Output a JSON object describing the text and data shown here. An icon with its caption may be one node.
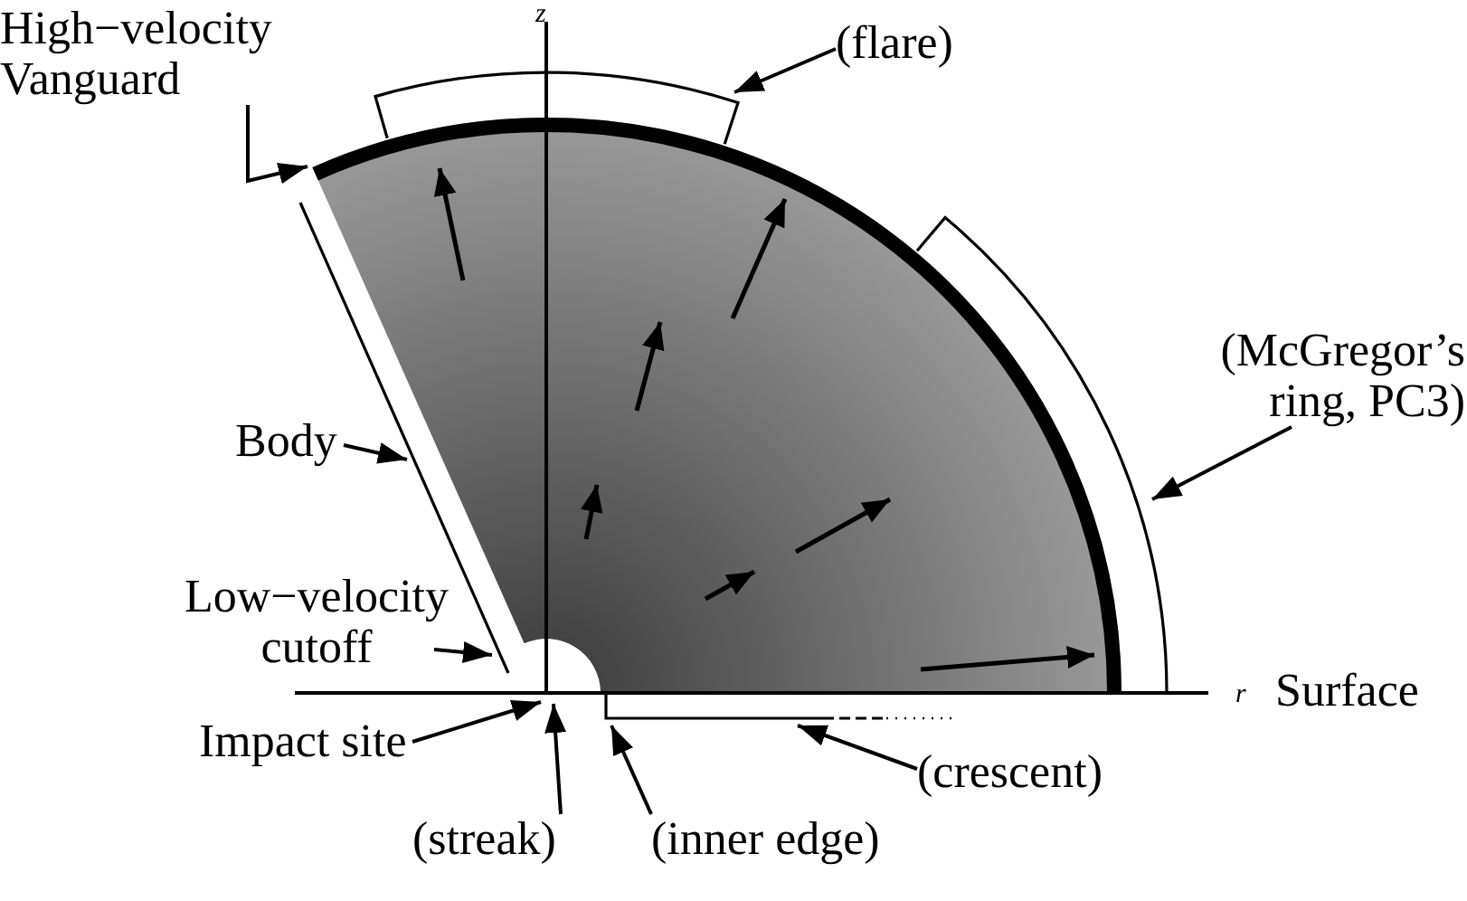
{
  "diagram": {
    "nodes": [
      {
        "text": [
          "High−velocity Vanguard"
        ]
      },
      {
        "text": [
          "(flare)"
        ]
      },
      {
        "text": [
          "(McGregor’s ring, PC3)"
        ]
      },
      {
        "text": [
          "Body"
        ]
      },
      {
        "text": [
          "Low−velocity cutoff"
        ]
      },
      {
        "text": [
          "Impact site"
        ]
      },
      {
        "text": [
          "(streak)"
        ]
      },
      {
        "text": [
          "(inner edge)"
        ]
      },
      {
        "text": [
          "(crescent)"
        ]
      }
    ],
    "edges": [
      {
        "from": 0,
        "to": null,
        "arrow": "to"
      },
      {
        "from": 1,
        "to": null,
        "arrow": "to"
      },
      {
        "from": 2,
        "to": null,
        "arrow": "to"
      },
      {
        "from": 3,
        "to": null,
        "arrow": "to"
      },
      {
        "from": 4,
        "to": null,
        "arrow": "to"
      },
      {
        "from": 5,
        "to": null,
        "arrow": "to"
      },
      {
        "from": 6,
        "to": null,
        "arrow": "to"
      },
      {
        "from": 7,
        "to": null,
        "arrow": "to"
      },
      {
        "from": 8,
        "to": null,
        "arrow": "to"
      }
    ],
    "labels": [
      "z",
      "r",
      "Surface"
    ]
  }
}
